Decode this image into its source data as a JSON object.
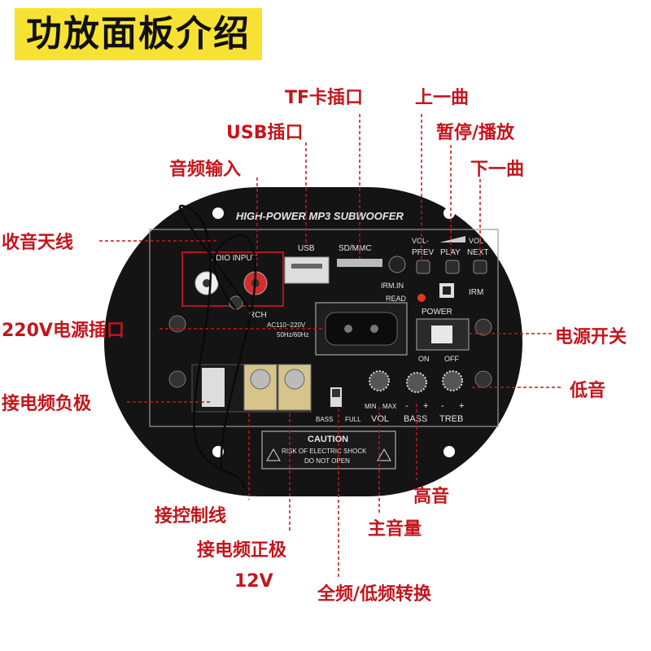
{
  "title": "功放面板介绍",
  "colors": {
    "label": "#c4151c",
    "title_bg": "#f7e233",
    "panel": "#151515"
  },
  "callouts": {
    "tf_slot": "TF卡插口",
    "prev_track": "上一曲",
    "pause_play": "暂停/播放",
    "next_track": "下一曲",
    "usb_slot": "USB插口",
    "audio_input": "音频输入",
    "radio_antenna": "收音天线",
    "ac_socket": "220V电源插口",
    "power_switch": "电源开关",
    "audio_negative": "接电频负极",
    "bass": "低音",
    "treble": "高音",
    "control_wire": "接控制线",
    "master_volume": "主音量",
    "audio_positive": "接电频正极",
    "voltage": "12V",
    "fullrange_bass_switch": "全频/低频转换"
  },
  "panel": {
    "brand": "HIGH-POWER MP3 SUBWOOFER",
    "usb": "USB",
    "sdmmc": "SD/MMC",
    "vol_minus": "VOL-",
    "vol_plus": "VOL+",
    "prev": "PREV",
    "play": "PLAY",
    "next": "NEXT",
    "irm_in": "IRM.IN",
    "read": "READ",
    "irm": "IRM",
    "audio_input": "UDIO INPUT",
    "rch": "RCH",
    "ac_range": "AC110~220V",
    "freq": "50Hz/60Hz",
    "power": "POWER",
    "on": "ON",
    "off": "OFF",
    "min": "MIN",
    "max": "MAX",
    "vol": "VOL",
    "minus1": "-",
    "plus1": "+",
    "minus2": "-",
    "plus2": "+",
    "bass": "BASS",
    "treb": "TREB",
    "bass_switch": "BASS",
    "full_switch": "FULL",
    "caution": "CAUTION",
    "risk": "RISK OF ELECTRIC SHOCK",
    "do_not_open": "DO NOT OPEN"
  }
}
